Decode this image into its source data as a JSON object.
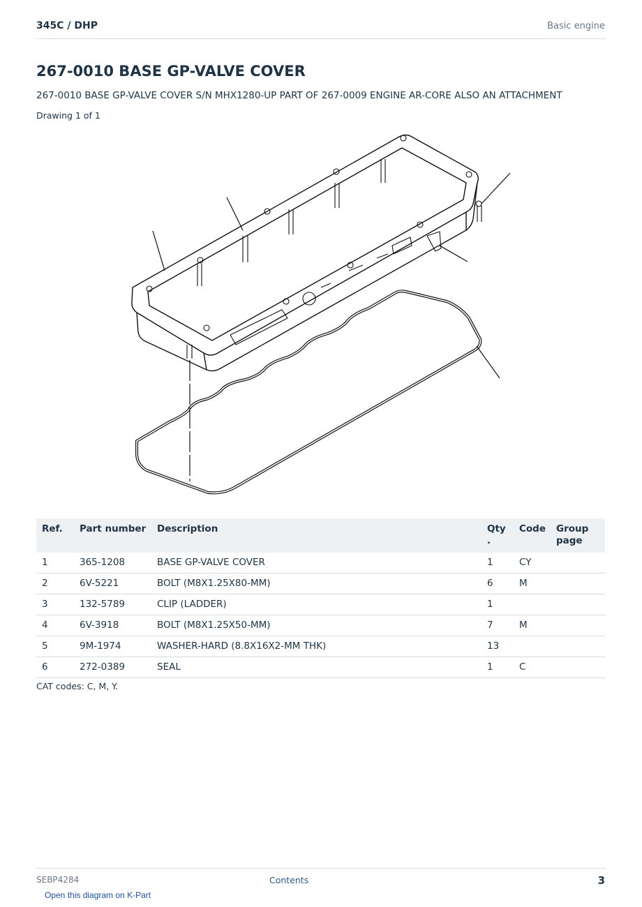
{
  "header": {
    "model": "345C  /  DHP",
    "section": "Basic engine"
  },
  "title": "267-0010 BASE GP-VALVE COVER",
  "subtitle": "267-0010 BASE GP-VALVE COVER S/N MHX1280-UP PART OF 267-0009 ENGINE AR-CORE ALSO AN ATTACHMENT",
  "drawing_label": "Drawing 1 of 1",
  "table": {
    "headers": {
      "ref": "Ref.",
      "part_number": "Part number",
      "description": "Description",
      "qty": "Qty .",
      "code": "Code",
      "group_page": "Group page"
    },
    "rows": [
      {
        "ref": "1",
        "part_number": "365-1208",
        "description": "BASE GP-VALVE COVER",
        "qty": "1",
        "code": "CY",
        "group_page": ""
      },
      {
        "ref": "2",
        "part_number": "6V-5221",
        "description": "BOLT (M8X1.25X80-MM)",
        "qty": "6",
        "code": "M",
        "group_page": ""
      },
      {
        "ref": "3",
        "part_number": "132-5789",
        "description": "CLIP (LADDER)",
        "qty": "1",
        "code": "",
        "group_page": ""
      },
      {
        "ref": "4",
        "part_number": "6V-3918",
        "description": "BOLT (M8X1.25X50-MM)",
        "qty": "7",
        "code": "M",
        "group_page": ""
      },
      {
        "ref": "5",
        "part_number": "9M-1974",
        "description": "WASHER-HARD (8.8X16X2-MM THK)",
        "qty": "13",
        "code": "",
        "group_page": ""
      },
      {
        "ref": "6",
        "part_number": "272-0389",
        "description": "SEAL",
        "qty": "1",
        "code": "C",
        "group_page": ""
      }
    ]
  },
  "cat_codes": "CAT codes: C, M, Y.",
  "footer": {
    "doc_id": "SEBP4284",
    "contents_link": "Contents",
    "page_number": "3"
  },
  "open_link": "Open this diagram on K-Part"
}
